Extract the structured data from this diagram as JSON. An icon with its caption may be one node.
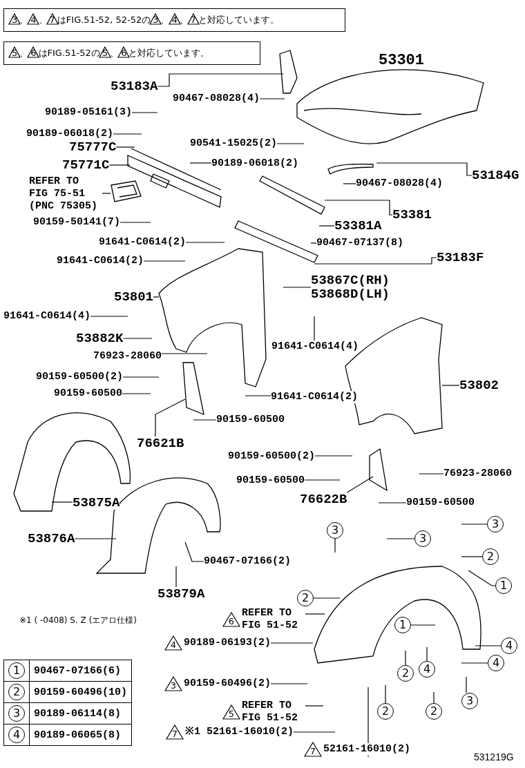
{
  "diagram": {
    "nodes": [
      {
        "text": [
          "3、4、7はFIG.51-52, 52-52の3、4、7と対応しています。"
        ]
      },
      {
        "text": [
          "5、6はFIG.51-52の5、6と対応しています。"
        ]
      },
      {
        "text": [
          "53183A"
        ]
      },
      {
        "text": [
          "90467-08028(4)"
        ]
      },
      {
        "text": [
          "90189-05161(3)"
        ]
      },
      {
        "text": [
          "90189-06018(2)"
        ]
      },
      {
        "text": [
          "75777C"
        ]
      },
      {
        "text": [
          "75771C"
        ]
      },
      {
        "text": [
          "REFER TO FIG 75-51 (PNC 75305)"
        ]
      },
      {
        "text": [
          "90541-15025(2)"
        ]
      },
      {
        "text": [
          "90189-06018(2)"
        ]
      },
      {
        "text": [
          "53184G"
        ]
      },
      {
        "text": [
          "90467-08028(4)"
        ]
      },
      {
        "text": [
          "53381"
        ]
      },
      {
        "text": [
          "53381A"
        ]
      },
      {
        "text": [
          "90159-50141(7)"
        ]
      },
      {
        "text": [
          "91641-C0614(2)"
        ]
      },
      {
        "text": [
          "90467-07137(8)"
        ]
      },
      {
        "text": [
          "53183F"
        ]
      },
      {
        "text": [
          "91641-C0614(2)"
        ]
      },
      {
        "text": [
          "53867C(RH)",
          "53868D(LH)"
        ]
      },
      {
        "text": [
          "53801"
        ]
      },
      {
        "text": [
          "91641-C0614(4)"
        ]
      },
      {
        "text": [
          "91641-C0614(4)"
        ]
      },
      {
        "text": [
          "53882K"
        ]
      },
      {
        "text": [
          "76923-28060"
        ]
      },
      {
        "text": [
          "90159-60500(2)"
        ]
      },
      {
        "text": [
          "90159-60500"
        ]
      },
      {
        "text": [
          "91641-C0614(2)"
        ]
      },
      {
        "text": [
          "53802"
        ]
      },
      {
        "text": [
          "90159-60500"
        ]
      },
      {
        "text": [
          "76621B"
        ]
      },
      {
        "text": [
          "53875A"
        ]
      },
      {
        "text": [
          "90159-60500(2)"
        ]
      },
      {
        "text": [
          "90159-60500"
        ]
      },
      {
        "text": [
          "76923-28060"
        ]
      },
      {
        "text": [
          "76622B"
        ]
      },
      {
        "text": [
          "90159-60500"
        ]
      },
      {
        "text": [
          "3"
        ]
      },
      {
        "text": [
          "3"
        ]
      },
      {
        "text": [
          "3"
        ]
      },
      {
        "text": [
          "53876A"
        ]
      },
      {
        "text": [
          "2"
        ]
      },
      {
        "text": [
          "90467-07166(2)"
        ]
      },
      {
        "text": [
          "1"
        ]
      },
      {
        "text": [
          "53879A"
        ]
      },
      {
        "text": [
          "2"
        ]
      },
      {
        "text": [
          "REFER TO FIG 51-52"
        ],
        "beside": [
          "6"
        ]
      },
      {
        "text": [
          "1"
        ]
      },
      {
        "text": [
          "90189-06193(2)"
        ],
        "beside": [
          "4"
        ]
      },
      {
        "text": [
          "4"
        ]
      },
      {
        "text": [
          "4"
        ]
      },
      {
        "text": [
          "2"
        ]
      },
      {
        "text": [
          "4"
        ]
      },
      {
        "text": [
          "90159-60496(2)"
        ],
        "beside": [
          "3"
        ]
      },
      {
        "text": [
          "REFER TO FIG 51-52"
        ],
        "beside": [
          "5"
        ]
      },
      {
        "text": [
          "3"
        ]
      },
      {
        "text": [
          "2"
        ]
      },
      {
        "text": [
          "2"
        ]
      },
      {
        "text": [
          "※1 52161-16010(2)"
        ],
        "beside": [
          "7"
        ]
      },
      {
        "text": [
          "52161-16010(2)"
        ],
        "beside": [
          "7"
        ]
      },
      {
        "text": [
          "53301"
        ]
      },
      {
        "text": [
          "1"
        ]
      },
      {
        "text": [
          "2"
        ]
      },
      {
        "text": [
          "3"
        ]
      },
      {
        "text": [
          "4"
        ]
      }
    ],
    "edges": [
      {
        "from": 2,
        "to": null,
        "arrow": "none"
      },
      {
        "from": 3,
        "to": null,
        "arrow": "none"
      },
      {
        "from": 4,
        "to": null,
        "arrow": "none"
      },
      {
        "from": 5,
        "to": null,
        "arrow": "none"
      },
      {
        "from": 6,
        "to": null,
        "arrow": "none"
      },
      {
        "from": 7,
        "to": null,
        "arrow": "none"
      },
      {
        "from": 8,
        "to": null,
        "arrow": "none"
      },
      {
        "from": 9,
        "to": null,
        "arrow": "none"
      },
      {
        "from": 10,
        "to": null,
        "arrow": "none"
      },
      {
        "from": 11,
        "to": null,
        "arrow": "none"
      },
      {
        "from": 12,
        "to": null,
        "arrow": "none"
      },
      {
        "from": 13,
        "to": null,
        "arrow": "none"
      },
      {
        "from": 14,
        "to": null,
        "arrow": "none"
      },
      {
        "from": 15,
        "to": null,
        "arrow": "none"
      },
      {
        "from": 16,
        "to": null,
        "arrow": "none"
      },
      {
        "from": 17,
        "to": null,
        "arrow": "none"
      },
      {
        "from": 18,
        "to": null,
        "arrow": "none"
      },
      {
        "from": 19,
        "to": null,
        "arrow": "none"
      },
      {
        "from": 20,
        "to": null,
        "arrow": "none"
      },
      {
        "from": 21,
        "to": null,
        "arrow": "none"
      },
      {
        "from": 22,
        "to": null,
        "arrow": "none"
      },
      {
        "from": 23,
        "to": null,
        "arrow": "none"
      },
      {
        "from": 24,
        "to": null,
        "arrow": "none"
      },
      {
        "from": 25,
        "to": null,
        "arrow": "none"
      },
      {
        "from": 26,
        "to": null,
        "arrow": "none"
      },
      {
        "from": 27,
        "to": null,
        "arrow": "none"
      },
      {
        "from": 28,
        "to": null,
        "arrow": "none"
      },
      {
        "from": 29,
        "to": null,
        "arrow": "none"
      },
      {
        "from": 30,
        "to": null,
        "arrow": "none"
      },
      {
        "from": 31,
        "to": null,
        "arrow": "none"
      },
      {
        "from": 32,
        "to": null,
        "arrow": "none"
      },
      {
        "from": 33,
        "to": null,
        "arrow": "none"
      },
      {
        "from": 34,
        "to": null,
        "arrow": "none"
      },
      {
        "from": 35,
        "to": null,
        "arrow": "none"
      },
      {
        "from": 36,
        "to": null,
        "arrow": "none"
      },
      {
        "from": 37,
        "to": null,
        "arrow": "none"
      },
      {
        "from": 38,
        "to": null,
        "arrow": "none"
      },
      {
        "from": 39,
        "to": null,
        "arrow": "none"
      },
      {
        "from": 40,
        "to": null,
        "arrow": "none"
      },
      {
        "from": 41,
        "to": null,
        "arrow": "none"
      },
      {
        "from": 42,
        "to": null,
        "arrow": "none"
      },
      {
        "from": 43,
        "to": null,
        "arrow": "none"
      },
      {
        "from": 44,
        "to": null,
        "arrow": "none"
      },
      {
        "from": 45,
        "to": null,
        "arrow": "none"
      },
      {
        "from": 46,
        "to": null,
        "arrow": "none"
      },
      {
        "from": 47,
        "to": null,
        "arrow": "none"
      },
      {
        "from": 48,
        "to": null,
        "arrow": "none"
      },
      {
        "from": 49,
        "to": null,
        "arrow": "none"
      },
      {
        "from": 50,
        "to": null,
        "arrow": "none"
      },
      {
        "from": 51,
        "to": null,
        "arrow": "none"
      },
      {
        "from": 52,
        "to": null,
        "arrow": "none"
      },
      {
        "from": 53,
        "to": null,
        "arrow": "none"
      },
      {
        "from": 54,
        "to": null,
        "arrow": "none"
      },
      {
        "from": 55,
        "to": null,
        "arrow": "none"
      },
      {
        "from": 56,
        "to": null,
        "arrow": "none"
      },
      {
        "from": 57,
        "to": null,
        "arrow": "none"
      },
      {
        "from": 58,
        "to": null,
        "arrow": "none"
      },
      {
        "from": 59,
        "to": null,
        "arrow": "none"
      },
      {
        "from": 60,
        "to": null,
        "arrow": "none"
      }
    ],
    "labels": [
      "※1 ( -0408) S. Z (エアロ仕様)",
      "90467-07166(6)",
      "90159-60496(10)",
      "90189-06114(8)",
      "90189-06065(8)",
      "531219G"
    ]
  }
}
